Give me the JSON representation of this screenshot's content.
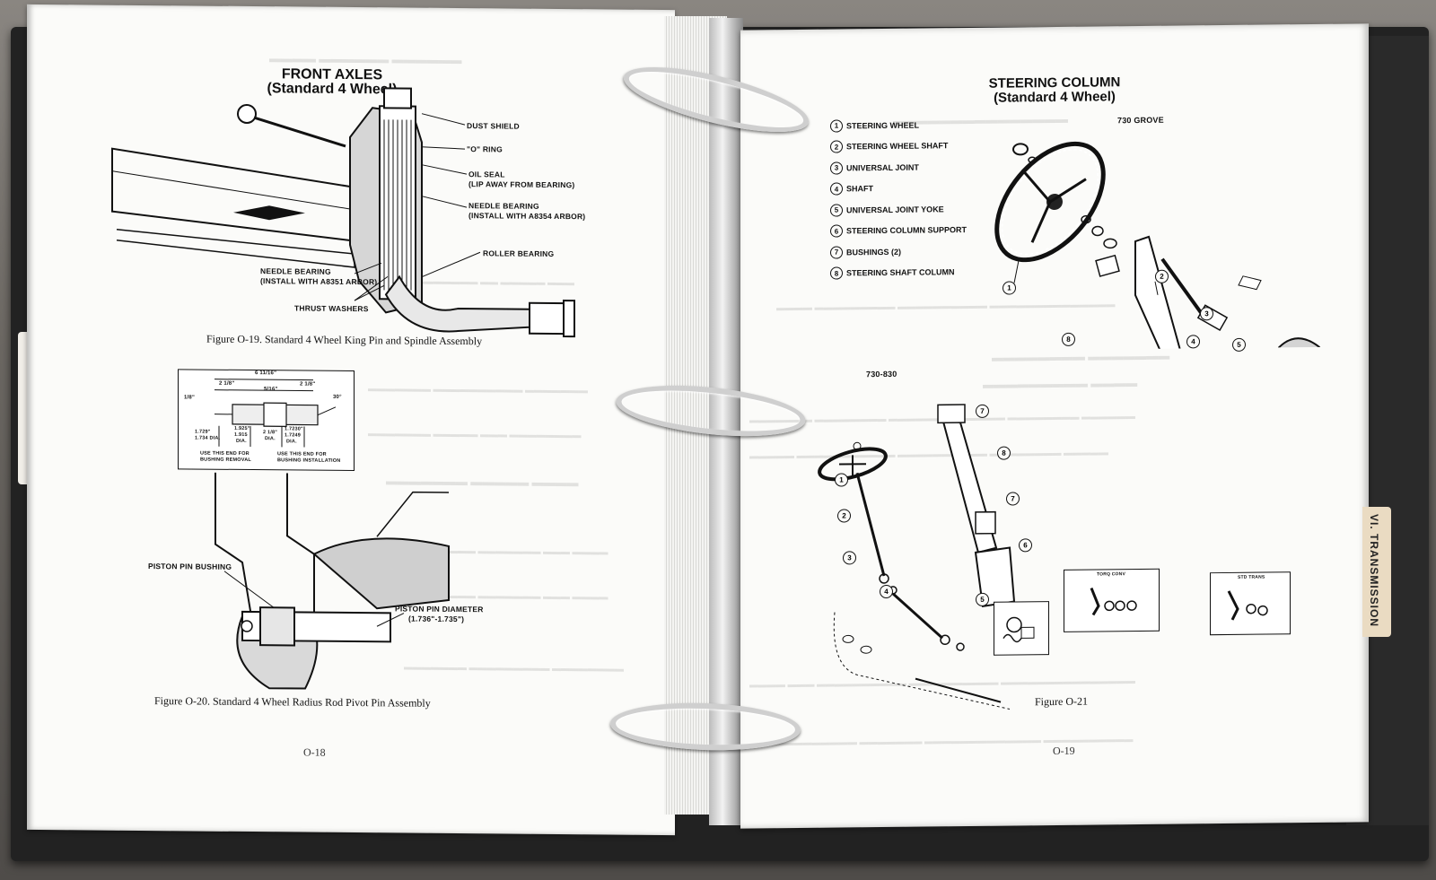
{
  "left_page": {
    "title_line1": "FRONT AXLES",
    "title_line2": "(Standard 4 Wheel)",
    "fig19_labels": {
      "dust_shield": "DUST SHIELD",
      "o_ring": "\"O\" RING",
      "oil_seal": "OIL SEAL",
      "oil_seal_note": "(LIP AWAY FROM BEARING)",
      "needle_bearing_a": "NEEDLE BEARING",
      "needle_bearing_a_note": "(INSTALL WITH A8354 ARBOR)",
      "roller_bearing": "ROLLER BEARING",
      "needle_bearing_b": "NEEDLE BEARING",
      "needle_bearing_b_note": "(INSTALL WITH A8351 ARBOR)",
      "thrust_washers": "THRUST WASHERS"
    },
    "fig19_caption": "Figure O-19. Standard 4 Wheel King Pin and Spindle Assembly",
    "bushing_inset": {
      "dim_overall": "6 11/16\"",
      "dim_a": "2 1/8\"",
      "dim_b": "5/16\"",
      "dim_c": "2 1/8\"",
      "dim_end": "1/8\"",
      "angle": "30°",
      "dia_1": "1.729\"",
      "dia_1b": "1.734 DIA.",
      "dia_2": "1.925\"",
      "dia_2b": "1.915",
      "dia_2c": "DIA.",
      "dia_3": "2 1/8\"",
      "dia_3b": "DIA.",
      "dia_4": "1.7230\"",
      "dia_4b": "1.7249",
      "dia_4c": "DIA.",
      "use_removal": "USE THIS END FOR",
      "use_removal_b": "BUSHING REMOVAL",
      "use_install": "USE THIS END FOR",
      "use_install_b": "BUSHING INSTALLATION"
    },
    "fig20_labels": {
      "piston_pin_bushing": "PISTON PIN BUSHING",
      "piston_pin_diameter": "PISTON PIN DIAMETER",
      "piston_pin_diameter_value": "(1.736\"-1.735\")"
    },
    "fig20_caption": "Figure O-20. Standard 4 Wheel Radius Rod Pivot Pin Assembly",
    "page_number": "O-18"
  },
  "right_page": {
    "title_line1": "STEERING COLUMN",
    "title_line2": "(Standard 4 Wheel)",
    "legend": [
      {
        "num": "1",
        "label": "STEERING WHEEL"
      },
      {
        "num": "2",
        "label": "STEERING WHEEL SHAFT"
      },
      {
        "num": "3",
        "label": "UNIVERSAL JOINT"
      },
      {
        "num": "4",
        "label": "SHAFT"
      },
      {
        "num": "5",
        "label": "UNIVERSAL JOINT YOKE"
      },
      {
        "num": "6",
        "label": "STEERING COLUMN SUPPORT"
      },
      {
        "num": "7",
        "label": "BUSHINGS (2)"
      },
      {
        "num": "8",
        "label": "STEERING SHAFT COLUMN"
      }
    ],
    "model_a": "730 GROVE",
    "model_b": "730-830",
    "inset_torq": "TORQ CONV",
    "inset_std": "STD TRANS",
    "fig21_caption": "Figure O-21",
    "page_number": "O-19"
  },
  "tab": {
    "label": "VI. TRANSMISSION"
  }
}
